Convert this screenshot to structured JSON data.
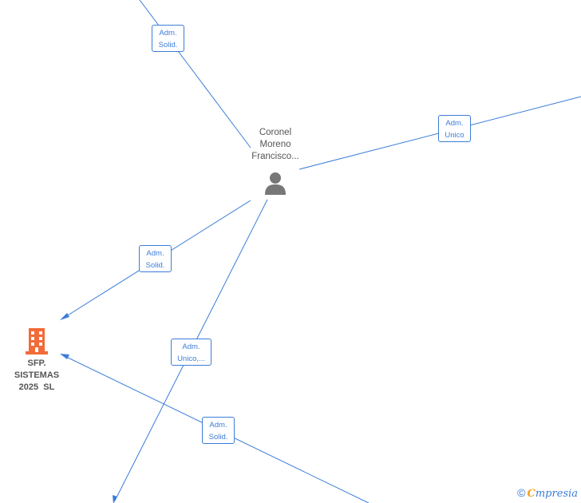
{
  "nodes": {
    "person": {
      "name_lines": [
        "Coronel",
        "Moreno",
        "Francisco..."
      ],
      "icon": "person-icon",
      "color": "#777777"
    },
    "company": {
      "name_lines": [
        "SFP.",
        "SISTEMAS",
        "2025  SL"
      ],
      "icon": "building-icon",
      "color": "#f26b38"
    }
  },
  "edges": [
    {
      "label": [
        "Adm.",
        "Solid."
      ]
    },
    {
      "label": [
        "Adm.",
        "Unico"
      ]
    },
    {
      "label": [
        "Adm.",
        "Solid."
      ]
    },
    {
      "label": [
        "Adm.",
        "Unico,..."
      ]
    },
    {
      "label": [
        "Adm.",
        "Solid."
      ]
    }
  ],
  "watermark": {
    "copyright": "©",
    "brand_first": "C",
    "brand_rest": "mpresia"
  },
  "colors": {
    "edge": "#3b7dd8",
    "label_text": "#3b7dd8",
    "node_text": "#555555"
  }
}
